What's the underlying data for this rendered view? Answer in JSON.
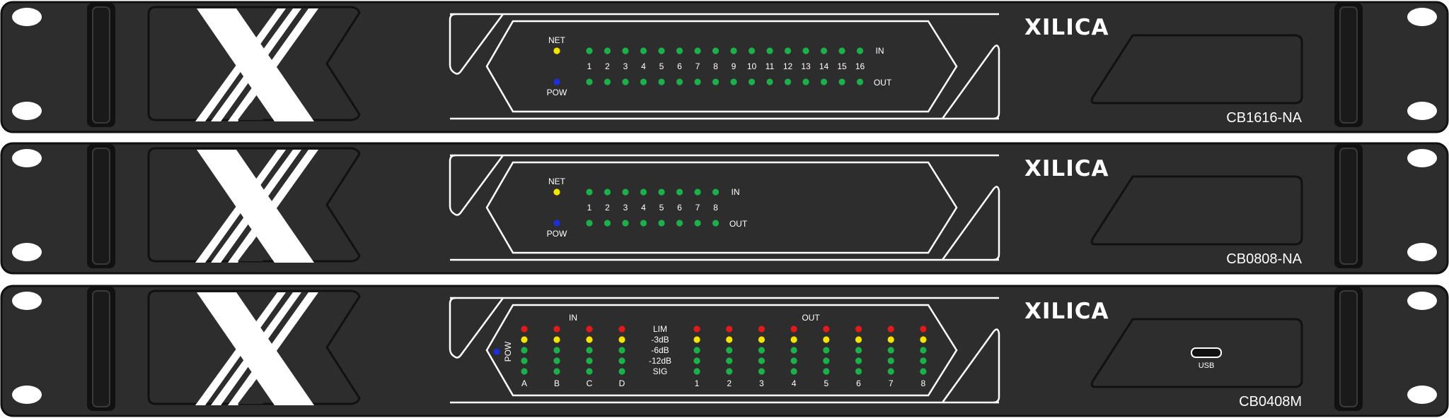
{
  "units": [
    {
      "brand": "XILICA",
      "model": "CB1616-NA",
      "type": "net",
      "net_label": "NET",
      "pow_label": "POW",
      "in_label": "IN",
      "out_label": "OUT",
      "channels": [
        "1",
        "2",
        "3",
        "4",
        "5",
        "6",
        "7",
        "8",
        "9",
        "10",
        "11",
        "12",
        "13",
        "14",
        "15",
        "16"
      ],
      "colors": {
        "net": "#f5e400",
        "pow": "#1b2fd8",
        "led": "#1bb04a"
      }
    },
    {
      "brand": "XILICA",
      "model": "CB0808-NA",
      "type": "net",
      "net_label": "NET",
      "pow_label": "POW",
      "in_label": "IN",
      "out_label": "OUT",
      "channels": [
        "1",
        "2",
        "3",
        "4",
        "5",
        "6",
        "7",
        "8"
      ],
      "colors": {
        "net": "#f5e400",
        "pow": "#1b2fd8",
        "led": "#1bb04a"
      }
    },
    {
      "brand": "XILICA",
      "model": "CB0408M",
      "type": "meter",
      "pow_label": "POW",
      "in_label": "IN",
      "out_label": "OUT",
      "meter_levels": [
        "LIM",
        "-3dB",
        "-6dB",
        "-12dB",
        "SIG"
      ],
      "in_channels": [
        "A",
        "B",
        "C",
        "D"
      ],
      "out_channels": [
        "1",
        "2",
        "3",
        "4",
        "5",
        "6",
        "7",
        "8"
      ],
      "usb_label": "USB",
      "colors": {
        "lim": "#e11b1b",
        "warn": "#f5e400",
        "led": "#1bb04a",
        "pow": "#1b2fd8"
      }
    }
  ]
}
